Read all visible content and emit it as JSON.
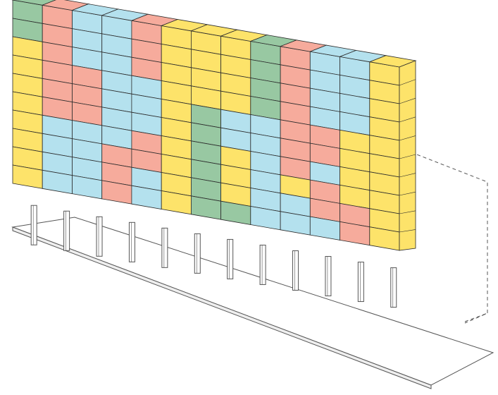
{
  "diagram": {
    "kind": "isometric modular stacking facade",
    "colors": {
      "yellow": "#fde36a",
      "blue": "#b4e1ee",
      "salmon": "#f6ab9c",
      "green": "#98c8a2",
      "stroke": "#2b2b2b",
      "outline": "#555555",
      "platform": "#ffffff"
    },
    "elements": [
      "platform",
      "pilotis",
      "dashed-envelope",
      "module-blocks"
    ]
  }
}
